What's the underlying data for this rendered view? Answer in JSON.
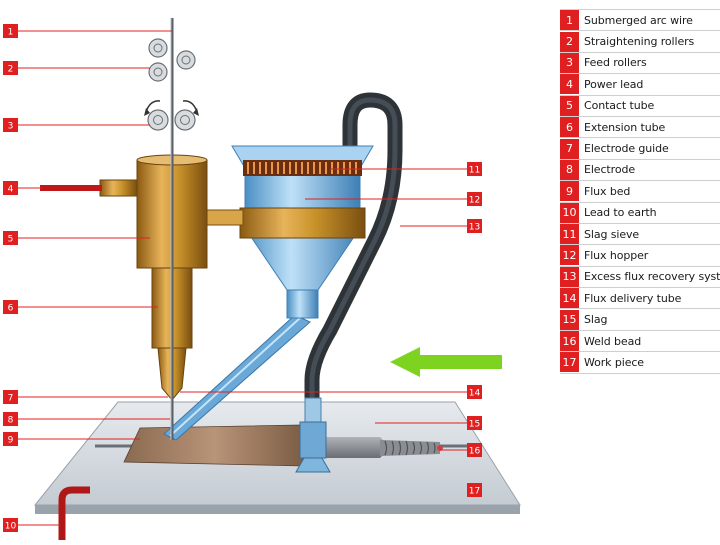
{
  "legend": [
    {
      "num": "1",
      "label": "Submerged arc wire"
    },
    {
      "num": "2",
      "label": "Straightening rollers"
    },
    {
      "num": "3",
      "label": "Feed rollers"
    },
    {
      "num": "4",
      "label": "Power lead"
    },
    {
      "num": "5",
      "label": "Contact tube"
    },
    {
      "num": "6",
      "label": "Extension tube"
    },
    {
      "num": "7",
      "label": "Electrode guide"
    },
    {
      "num": "8",
      "label": "Electrode"
    },
    {
      "num": "9",
      "label": "Flux bed"
    },
    {
      "num": "10",
      "label": "Lead to earth"
    },
    {
      "num": "11",
      "label": "Slag sieve"
    },
    {
      "num": "12",
      "label": "Flux hopper"
    },
    {
      "num": "13",
      "label": "Excess flux recovery system"
    },
    {
      "num": "14",
      "label": "Flux delivery tube"
    },
    {
      "num": "15",
      "label": "Slag"
    },
    {
      "num": "16",
      "label": "Weld bead"
    },
    {
      "num": "17",
      "label": "Work piece"
    }
  ],
  "colors": {
    "tag_red": "#e02020",
    "brass": "#c8922a",
    "hopper_blue": "#8fc4e8",
    "hose_dark": "#3a4045",
    "arrow_green": "#7ed321",
    "plate": "#d8dde2"
  },
  "icons": [
    "rotation-arrow-icon",
    "travel-direction-arrow-icon"
  ]
}
